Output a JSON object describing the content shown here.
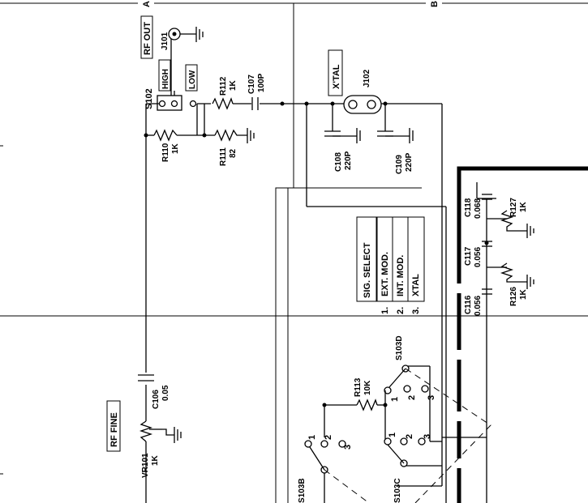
{
  "sections": {
    "a": "A",
    "b": "B"
  },
  "jack_rf_out": {
    "ref": "J101",
    "label": "RF OUT"
  },
  "switch_s102": {
    "ref": "S102",
    "high": "HIGH",
    "low": "LOW"
  },
  "r112": {
    "ref": "R112",
    "value": "1K"
  },
  "c107": {
    "ref": "C107",
    "value": "100P"
  },
  "xtal": {
    "label": "X'TAL",
    "ref": "J102"
  },
  "r110": {
    "ref": "R110",
    "value": "1K"
  },
  "r111": {
    "ref": "R111",
    "value": "82"
  },
  "c108": {
    "ref": "C108",
    "value": "220P"
  },
  "c109": {
    "ref": "C109",
    "value": "220P"
  },
  "c118": {
    "ref": "C118",
    "value": "0.068"
  },
  "r127": {
    "ref": "R127",
    "value": "1K"
  },
  "c117": {
    "ref": "C117",
    "value": "0.056"
  },
  "c116": {
    "ref": "C116",
    "value": "0.056"
  },
  "r126": {
    "ref": "R126",
    "value": "1K"
  },
  "sig_select": {
    "title": "SIG. SELECT",
    "items": [
      {
        "num": "1.",
        "label": "EXT. MOD."
      },
      {
        "num": "2.",
        "label": "INT. MOD."
      },
      {
        "num": "3.",
        "label": "XTAL"
      }
    ]
  },
  "c106": {
    "ref": "C106",
    "value": "0.05"
  },
  "rf_fine": {
    "label": "RF FINE"
  },
  "vr101": {
    "ref": "VR101",
    "value": "1K"
  },
  "r113": {
    "ref": "R113",
    "value": "10K"
  },
  "s103d": {
    "ref": "S103D",
    "p1": "1",
    "p2": "2",
    "p3": "3"
  },
  "s103c": {
    "ref": "S103C",
    "p1": "1",
    "p2": "2",
    "p3": "3"
  },
  "s103b": {
    "ref": "S103B",
    "p1": "1",
    "p2": "2",
    "p3": "3"
  }
}
